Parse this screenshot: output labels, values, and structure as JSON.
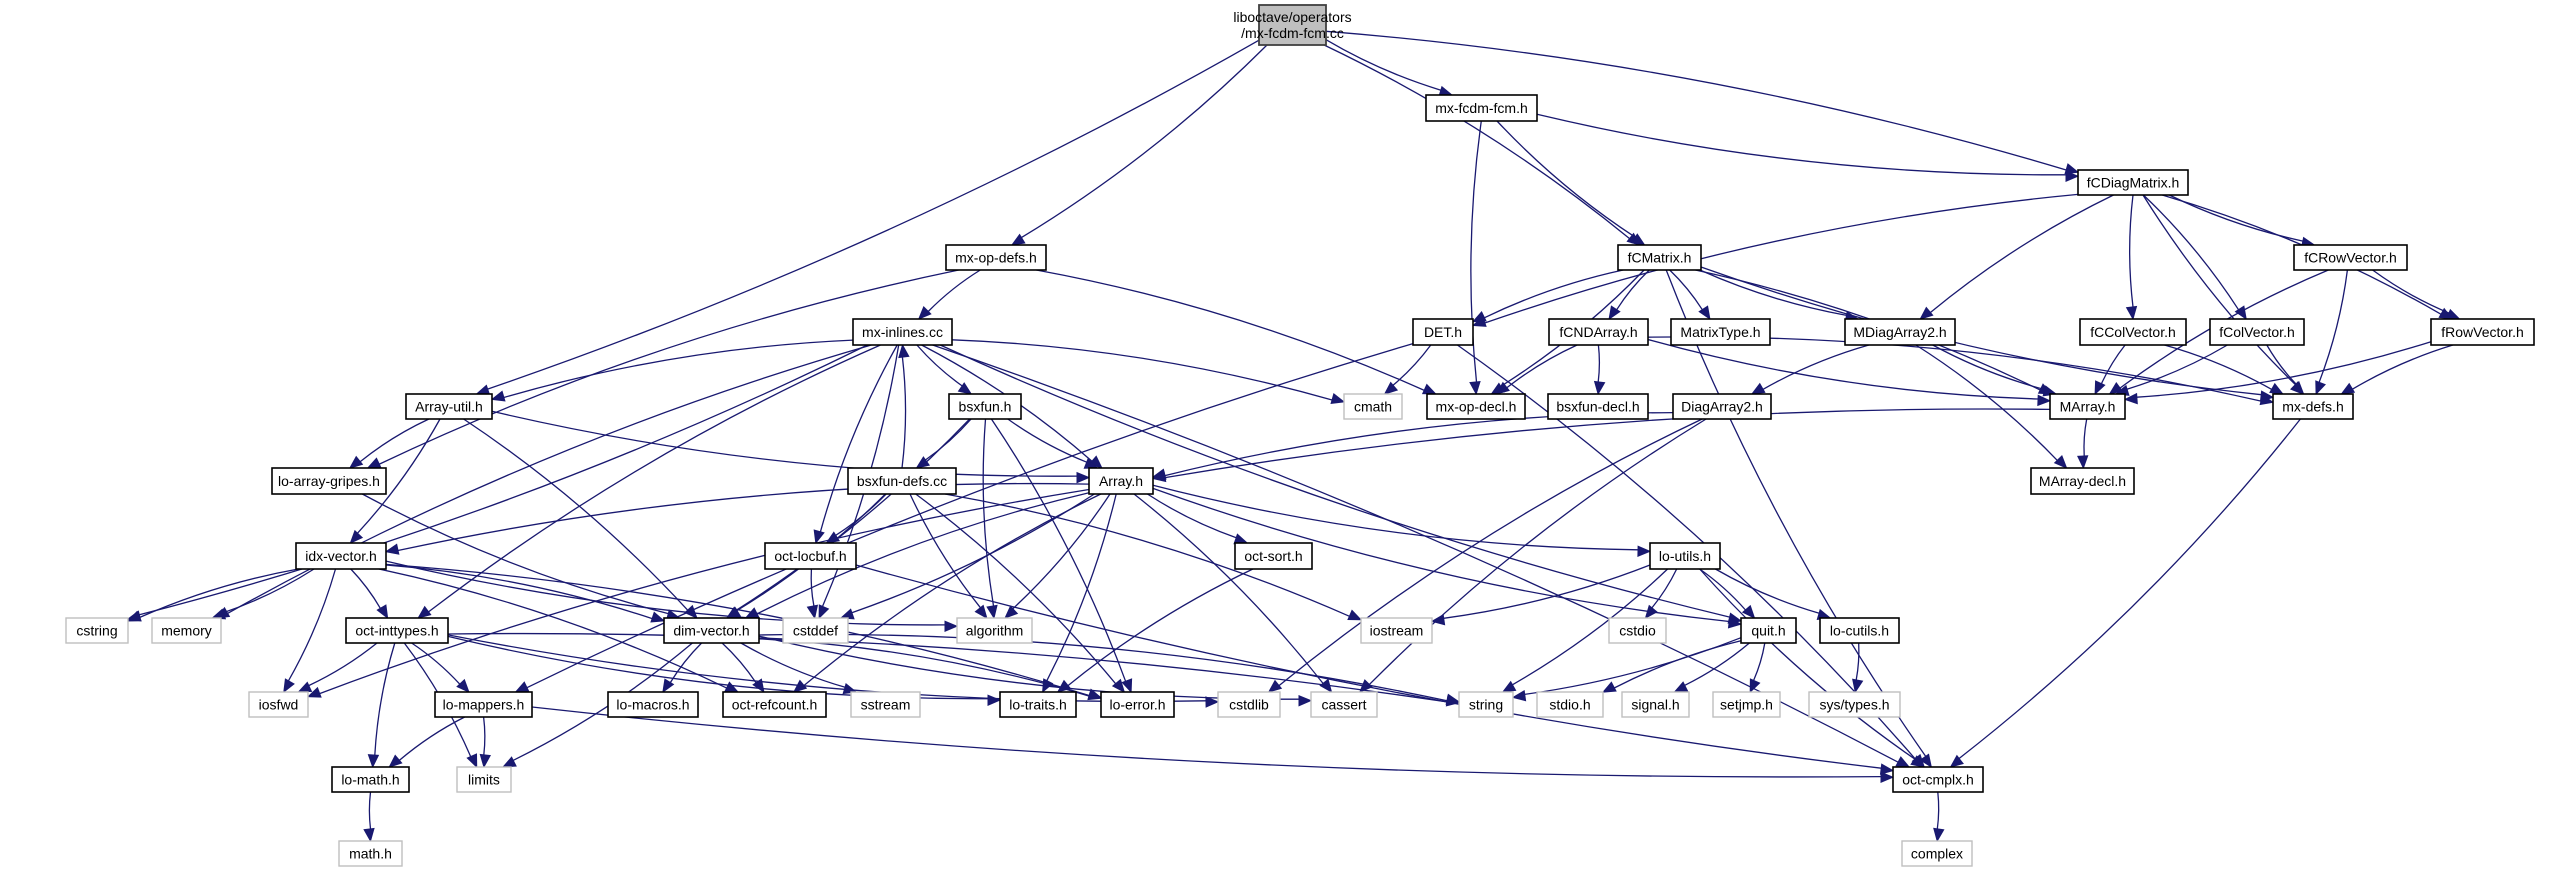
{
  "title": "Include dependency graph for liboctave/operators/mx-fcdm-fcm.cc",
  "colors": {
    "edge": "#191970",
    "node_border": "#000000",
    "system_node_border": "#bfbfbf",
    "root_fill": "#bfbfbf"
  },
  "nodes": [
    {
      "id": "root",
      "label": [
        "liboctave/operators",
        "/mx-fcdm-fcm.cc"
      ],
      "kind": "root"
    },
    {
      "id": "mx_fcdm_fcm_h",
      "label": [
        "mx-fcdm-fcm.h"
      ],
      "kind": "project"
    },
    {
      "id": "fCDiagMatrix_h",
      "label": [
        "fCDiagMatrix.h"
      ],
      "kind": "project"
    },
    {
      "id": "mx_op_defs_h",
      "label": [
        "mx-op-defs.h"
      ],
      "kind": "project"
    },
    {
      "id": "fCMatrix_h",
      "label": [
        "fCMatrix.h"
      ],
      "kind": "project"
    },
    {
      "id": "fCRowVector_h",
      "label": [
        "fCRowVector.h"
      ],
      "kind": "project"
    },
    {
      "id": "mx_inlines_cc",
      "label": [
        "mx-inlines.cc"
      ],
      "kind": "project"
    },
    {
      "id": "DET_h",
      "label": [
        "DET.h"
      ],
      "kind": "project"
    },
    {
      "id": "fCNDArray_h",
      "label": [
        "fCNDArray.h"
      ],
      "kind": "project"
    },
    {
      "id": "MatrixType_h",
      "label": [
        "MatrixType.h"
      ],
      "kind": "project"
    },
    {
      "id": "MDiagArray2_h",
      "label": [
        "MDiagArray2.h"
      ],
      "kind": "project"
    },
    {
      "id": "fCColVector_h",
      "label": [
        "fCColVector.h"
      ],
      "kind": "project"
    },
    {
      "id": "fColVector_h",
      "label": [
        "fColVector.h"
      ],
      "kind": "project"
    },
    {
      "id": "fRowVector_h",
      "label": [
        "fRowVector.h"
      ],
      "kind": "project"
    },
    {
      "id": "Array_util_h",
      "label": [
        "Array-util.h"
      ],
      "kind": "project"
    },
    {
      "id": "bsxfun_h",
      "label": [
        "bsxfun.h"
      ],
      "kind": "project"
    },
    {
      "id": "cmath",
      "label": [
        "cmath"
      ],
      "kind": "system"
    },
    {
      "id": "mx_op_decl_h",
      "label": [
        "mx-op-decl.h"
      ],
      "kind": "project"
    },
    {
      "id": "bsxfun_decl_h",
      "label": [
        "bsxfun-decl.h"
      ],
      "kind": "project"
    },
    {
      "id": "DiagArray2_h",
      "label": [
        "DiagArray2.h"
      ],
      "kind": "project"
    },
    {
      "id": "MArray_h",
      "label": [
        "MArray.h"
      ],
      "kind": "project"
    },
    {
      "id": "mx_defs_h",
      "label": [
        "mx-defs.h"
      ],
      "kind": "project"
    },
    {
      "id": "lo_array_gripes_h",
      "label": [
        "lo-array-gripes.h"
      ],
      "kind": "project"
    },
    {
      "id": "bsxfun_defs_cc",
      "label": [
        "bsxfun-defs.cc"
      ],
      "kind": "project"
    },
    {
      "id": "Array_h",
      "label": [
        "Array.h"
      ],
      "kind": "project"
    },
    {
      "id": "MArray_decl_h",
      "label": [
        "MArray-decl.h"
      ],
      "kind": "project"
    },
    {
      "id": "idx_vector_h",
      "label": [
        "idx-vector.h"
      ],
      "kind": "project"
    },
    {
      "id": "oct_locbuf_h",
      "label": [
        "oct-locbuf.h"
      ],
      "kind": "project"
    },
    {
      "id": "oct_sort_h",
      "label": [
        "oct-sort.h"
      ],
      "kind": "project"
    },
    {
      "id": "lo_utils_h",
      "label": [
        "lo-utils.h"
      ],
      "kind": "project"
    },
    {
      "id": "cstring",
      "label": [
        "cstring"
      ],
      "kind": "system"
    },
    {
      "id": "memory",
      "label": [
        "memory"
      ],
      "kind": "system"
    },
    {
      "id": "oct_inttypes_h",
      "label": [
        "oct-inttypes.h"
      ],
      "kind": "project"
    },
    {
      "id": "dim_vector_h",
      "label": [
        "dim-vector.h"
      ],
      "kind": "project"
    },
    {
      "id": "cstddef",
      "label": [
        "cstddef"
      ],
      "kind": "system"
    },
    {
      "id": "algorithm",
      "label": [
        "algorithm"
      ],
      "kind": "system"
    },
    {
      "id": "iostream",
      "label": [
        "iostream"
      ],
      "kind": "system"
    },
    {
      "id": "cstdio",
      "label": [
        "cstdio"
      ],
      "kind": "system"
    },
    {
      "id": "quit_h",
      "label": [
        "quit.h"
      ],
      "kind": "project"
    },
    {
      "id": "lo_cutils_h",
      "label": [
        "lo-cutils.h"
      ],
      "kind": "project"
    },
    {
      "id": "iosfwd",
      "label": [
        "iosfwd"
      ],
      "kind": "system"
    },
    {
      "id": "lo_mappers_h",
      "label": [
        "lo-mappers.h"
      ],
      "kind": "project"
    },
    {
      "id": "lo_macros_h",
      "label": [
        "lo-macros.h"
      ],
      "kind": "project"
    },
    {
      "id": "oct_refcount_h",
      "label": [
        "oct-refcount.h"
      ],
      "kind": "project"
    },
    {
      "id": "sstream",
      "label": [
        "sstream"
      ],
      "kind": "system"
    },
    {
      "id": "lo_traits_h",
      "label": [
        "lo-traits.h"
      ],
      "kind": "project"
    },
    {
      "id": "lo_error_h",
      "label": [
        "lo-error.h"
      ],
      "kind": "project"
    },
    {
      "id": "cstdlib",
      "label": [
        "cstdlib"
      ],
      "kind": "system"
    },
    {
      "id": "cassert",
      "label": [
        "cassert"
      ],
      "kind": "system"
    },
    {
      "id": "string",
      "label": [
        "string"
      ],
      "kind": "system"
    },
    {
      "id": "stdio_h",
      "label": [
        "stdio.h"
      ],
      "kind": "system"
    },
    {
      "id": "signal_h",
      "label": [
        "signal.h"
      ],
      "kind": "system"
    },
    {
      "id": "setjmp_h",
      "label": [
        "setjmp.h"
      ],
      "kind": "system"
    },
    {
      "id": "sys_types_h",
      "label": [
        "sys/types.h"
      ],
      "kind": "system"
    },
    {
      "id": "lo_math_h",
      "label": [
        "lo-math.h"
      ],
      "kind": "project"
    },
    {
      "id": "limits",
      "label": [
        "limits"
      ],
      "kind": "system"
    },
    {
      "id": "oct_cmplx_h",
      "label": [
        "oct-cmplx.h"
      ],
      "kind": "project"
    },
    {
      "id": "math_h",
      "label": [
        "math.h"
      ],
      "kind": "system"
    },
    {
      "id": "complex",
      "label": [
        "complex"
      ],
      "kind": "system"
    }
  ],
  "edges": [
    [
      "root",
      "Array_util_h"
    ],
    [
      "root",
      "mx_op_defs_h"
    ],
    [
      "root",
      "mx_fcdm_fcm_h"
    ],
    [
      "root",
      "fCMatrix_h"
    ],
    [
      "root",
      "fCDiagMatrix_h"
    ],
    [
      "mx_fcdm_fcm_h",
      "fCDiagMatrix_h"
    ],
    [
      "mx_fcdm_fcm_h",
      "fCMatrix_h"
    ],
    [
      "mx_fcdm_fcm_h",
      "mx_op_decl_h"
    ],
    [
      "fCDiagMatrix_h",
      "DET_h"
    ],
    [
      "fCDiagMatrix_h",
      "MDiagArray2_h"
    ],
    [
      "fCDiagMatrix_h",
      "fCColVector_h"
    ],
    [
      "fCDiagMatrix_h",
      "fColVector_h"
    ],
    [
      "fCDiagMatrix_h",
      "fCRowVector_h"
    ],
    [
      "fCDiagMatrix_h",
      "fRowVector_h"
    ],
    [
      "fCDiagMatrix_h",
      "mx_defs_h"
    ],
    [
      "mx_op_defs_h",
      "mx_inlines_cc"
    ],
    [
      "mx_op_defs_h",
      "mx_op_decl_h"
    ],
    [
      "mx_op_defs_h",
      "lo_array_gripes_h"
    ],
    [
      "fCMatrix_h",
      "DET_h"
    ],
    [
      "fCMatrix_h",
      "fCNDArray_h"
    ],
    [
      "fCMatrix_h",
      "MatrixType_h"
    ],
    [
      "fCMatrix_h",
      "MDiagArray2_h"
    ],
    [
      "fCMatrix_h",
      "mx_op_decl_h"
    ],
    [
      "fCMatrix_h",
      "MArray_h"
    ],
    [
      "fCMatrix_h",
      "mx_defs_h"
    ],
    [
      "fCMatrix_h",
      "oct_cmplx_h"
    ],
    [
      "fCRowVector_h",
      "fRowVector_h"
    ],
    [
      "fCRowVector_h",
      "MArray_h"
    ],
    [
      "fCRowVector_h",
      "mx_defs_h"
    ],
    [
      "mx_inlines_cc",
      "Array_util_h"
    ],
    [
      "mx_inlines_cc",
      "bsxfun_h"
    ],
    [
      "mx_inlines_cc",
      "Array_h"
    ],
    [
      "mx_inlines_cc",
      "cmath"
    ],
    [
      "mx_inlines_cc",
      "oct_locbuf_h"
    ],
    [
      "mx_inlines_cc",
      "cstring"
    ],
    [
      "mx_inlines_cc",
      "memory"
    ],
    [
      "mx_inlines_cc",
      "oct_inttypes_h"
    ],
    [
      "mx_inlines_cc",
      "cstddef"
    ],
    [
      "mx_inlines_cc",
      "quit_h"
    ],
    [
      "mx_inlines_cc",
      "oct_cmplx_h"
    ],
    [
      "DET_h",
      "cmath"
    ],
    [
      "DET_h",
      "lo_mappers_h"
    ],
    [
      "DET_h",
      "oct_cmplx_h"
    ],
    [
      "fCNDArray_h",
      "mx_op_decl_h"
    ],
    [
      "fCNDArray_h",
      "bsxfun_decl_h"
    ],
    [
      "fCNDArray_h",
      "MArray_h"
    ],
    [
      "fCNDArray_h",
      "mx_defs_h"
    ],
    [
      "MDiagArray2_h",
      "DiagArray2_h"
    ],
    [
      "MDiagArray2_h",
      "MArray_h"
    ],
    [
      "MDiagArray2_h",
      "MArray_decl_h"
    ],
    [
      "fCColVector_h",
      "MArray_h"
    ],
    [
      "fCColVector_h",
      "mx_defs_h"
    ],
    [
      "fColVector_h",
      "MArray_h"
    ],
    [
      "fColVector_h",
      "mx_defs_h"
    ],
    [
      "fRowVector_h",
      "MArray_h"
    ],
    [
      "fRowVector_h",
      "mx_defs_h"
    ],
    [
      "Array_util_h",
      "Array_h"
    ],
    [
      "Array_util_h",
      "lo_array_gripes_h"
    ],
    [
      "Array_util_h",
      "idx_vector_h"
    ],
    [
      "Array_util_h",
      "dim_vector_h"
    ],
    [
      "bsxfun_h",
      "Array_h"
    ],
    [
      "bsxfun_h",
      "bsxfun_defs_cc"
    ],
    [
      "bsxfun_h",
      "dim_vector_h"
    ],
    [
      "bsxfun_h",
      "algorithm"
    ],
    [
      "bsxfun_h",
      "lo_error_h"
    ],
    [
      "bsxfun_defs_cc",
      "mx_inlines_cc"
    ],
    [
      "bsxfun_defs_cc",
      "oct_locbuf_h"
    ],
    [
      "bsxfun_defs_cc",
      "dim_vector_h"
    ],
    [
      "bsxfun_defs_cc",
      "algorithm"
    ],
    [
      "bsxfun_defs_cc",
      "iostream"
    ],
    [
      "bsxfun_defs_cc",
      "lo_error_h"
    ],
    [
      "DiagArray2_h",
      "Array_h"
    ],
    [
      "DiagArray2_h",
      "cassert"
    ],
    [
      "DiagArray2_h",
      "cstdlib"
    ],
    [
      "MArray_h",
      "Array_h"
    ],
    [
      "MArray_h",
      "MArray_decl_h"
    ],
    [
      "mx_defs_h",
      "oct_cmplx_h"
    ],
    [
      "lo_array_gripes_h",
      "dim_vector_h"
    ],
    [
      "Array_h",
      "idx_vector_h"
    ],
    [
      "Array_h",
      "dim_vector_h"
    ],
    [
      "Array_h",
      "oct_sort_h"
    ],
    [
      "Array_h",
      "lo_utils_h"
    ],
    [
      "Array_h",
      "cstddef"
    ],
    [
      "Array_h",
      "algorithm"
    ],
    [
      "Array_h",
      "iosfwd"
    ],
    [
      "Array_h",
      "oct_refcount_h"
    ],
    [
      "Array_h",
      "lo_traits_h"
    ],
    [
      "Array_h",
      "cassert"
    ],
    [
      "Array_h",
      "quit_h"
    ],
    [
      "idx_vector_h",
      "cstring"
    ],
    [
      "idx_vector_h",
      "memory"
    ],
    [
      "idx_vector_h",
      "iosfwd"
    ],
    [
      "idx_vector_h",
      "oct_inttypes_h"
    ],
    [
      "idx_vector_h",
      "dim_vector_h"
    ],
    [
      "idx_vector_h",
      "algorithm"
    ],
    [
      "idx_vector_h",
      "oct_refcount_h"
    ],
    [
      "idx_vector_h",
      "lo_error_h"
    ],
    [
      "oct_locbuf_h",
      "cstddef"
    ],
    [
      "oct_locbuf_h",
      "oct_cmplx_h"
    ],
    [
      "oct_sort_h",
      "lo_traits_h"
    ],
    [
      "lo_utils_h",
      "iostream"
    ],
    [
      "lo_utils_h",
      "cstdio"
    ],
    [
      "lo_utils_h",
      "quit_h"
    ],
    [
      "lo_utils_h",
      "lo_cutils_h"
    ],
    [
      "lo_utils_h",
      "string"
    ],
    [
      "lo_utils_h",
      "oct_cmplx_h"
    ],
    [
      "oct_inttypes_h",
      "iosfwd"
    ],
    [
      "oct_inttypes_h",
      "lo_mappers_h"
    ],
    [
      "oct_inttypes_h",
      "lo_math_h"
    ],
    [
      "oct_inttypes_h",
      "limits"
    ],
    [
      "oct_inttypes_h",
      "lo_traits_h"
    ],
    [
      "oct_inttypes_h",
      "cstdlib"
    ],
    [
      "oct_inttypes_h",
      "string"
    ],
    [
      "dim_vector_h",
      "lo_macros_h"
    ],
    [
      "dim_vector_h",
      "oct_refcount_h"
    ],
    [
      "dim_vector_h",
      "sstream"
    ],
    [
      "dim_vector_h",
      "limits"
    ],
    [
      "dim_vector_h",
      "lo_error_h"
    ],
    [
      "dim_vector_h",
      "cassert"
    ],
    [
      "dim_vector_h",
      "string"
    ],
    [
      "quit_h",
      "stdio_h"
    ],
    [
      "quit_h",
      "signal_h"
    ],
    [
      "quit_h",
      "setjmp_h"
    ],
    [
      "quit_h",
      "string"
    ],
    [
      "lo_cutils_h",
      "sys_types_h"
    ],
    [
      "lo_mappers_h",
      "lo_math_h"
    ],
    [
      "lo_mappers_h",
      "limits"
    ],
    [
      "lo_mappers_h",
      "oct_cmplx_h"
    ],
    [
      "lo_math_h",
      "math_h"
    ],
    [
      "oct_cmplx_h",
      "complex"
    ]
  ]
}
